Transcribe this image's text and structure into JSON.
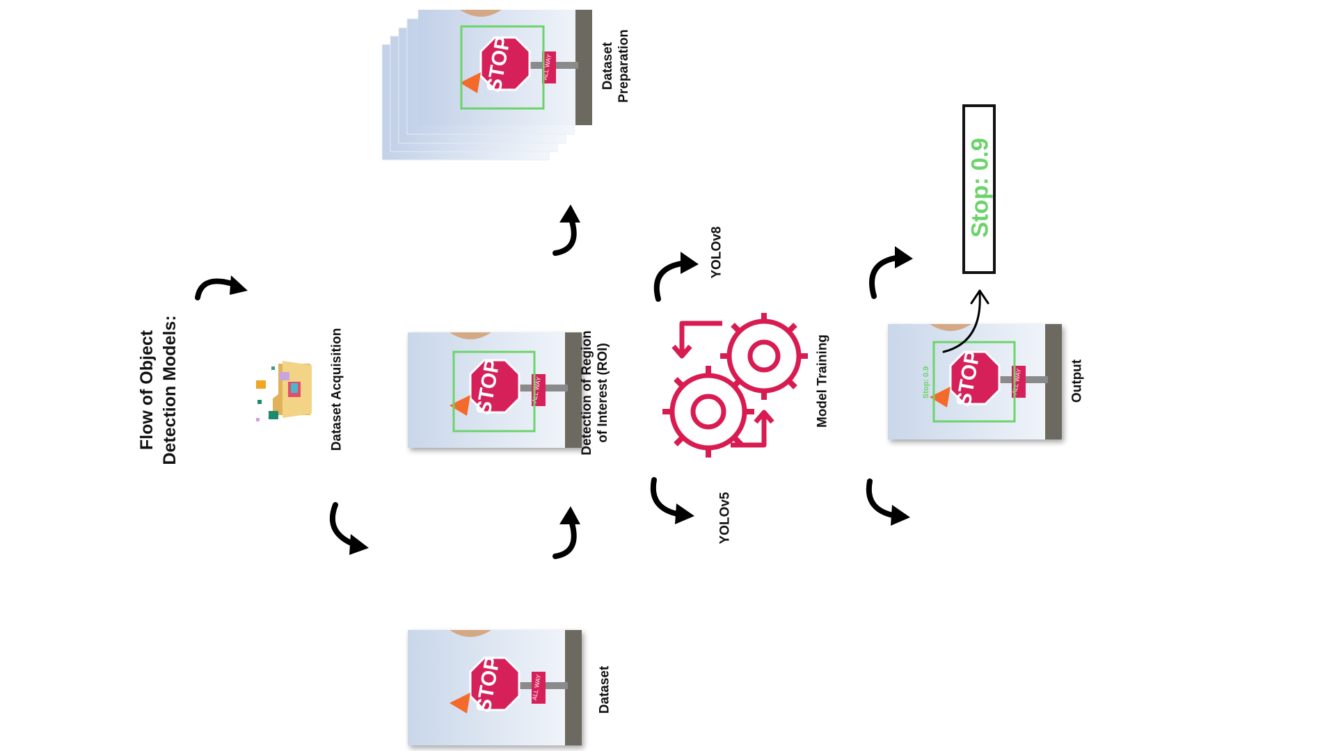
{
  "title": {
    "line1": "Flow of Object",
    "line2": "Detection Models:"
  },
  "labels": {
    "dataset_acquisition": "Dataset Acquisition",
    "dataset": "Dataset",
    "roi_line1": "Detection of Region",
    "roi_line2": "of Interest (ROI)",
    "prep_line1": "Dataset",
    "prep_line2": "Preparation",
    "model_training": "Model Training",
    "yolov8": "YOLOv8",
    "yolov5": "YOLOv5",
    "output": "Output"
  },
  "photo": {
    "sign_text": "STOP",
    "plate_text": "ALL WAY"
  },
  "detection": {
    "small_label": "Stop: 0.9",
    "output_label": "Stop: 0.9"
  },
  "colors": {
    "bbox": "#6cd36a",
    "gear": "#d81b50",
    "sign": "#d6205a",
    "sky": "#dde6f2",
    "arrow": "#000000"
  },
  "icons": [
    "folder-icon",
    "gears-icon",
    "curved-arrow-icon"
  ]
}
